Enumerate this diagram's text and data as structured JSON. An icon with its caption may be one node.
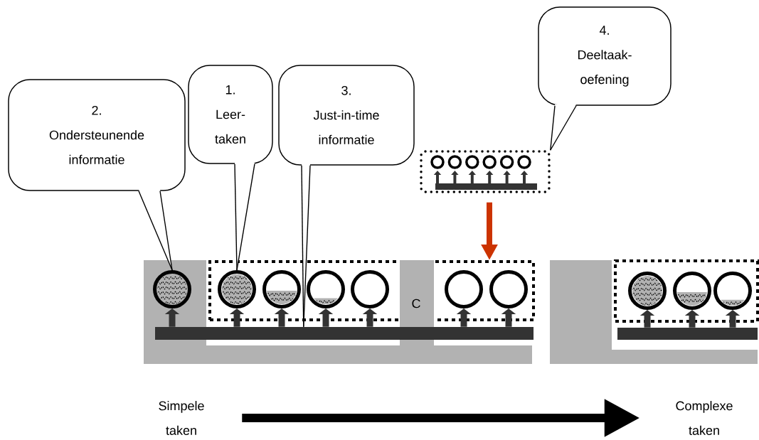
{
  "diagram": {
    "nodes": [
      {
        "text": [
          "2.",
          "Ondersteunende informatie"
        ]
      },
      {
        "text": [
          "1.",
          "Leer-taken"
        ]
      },
      {
        "text": [
          "3.",
          "Just-in-time informatie"
        ]
      },
      {
        "text": [
          "4.",
          "Deeltaak-oefening"
        ]
      },
      {
        "text": [],
        "shape": "box"
      },
      {
        "text": [],
        "shape": "circle"
      },
      {
        "text": [],
        "shape": "box"
      },
      {
        "text": [],
        "shape": "circle",
        "in": 6
      },
      {
        "text": [],
        "shape": "circle",
        "in": 6
      },
      {
        "text": [],
        "shape": "circle",
        "in": 6
      },
      {
        "text": [],
        "shape": "circle",
        "in": 6
      },
      {
        "text": [],
        "shape": "circle",
        "in": 6
      },
      {
        "text": [],
        "shape": "circle",
        "in": 6
      },
      {
        "text": [],
        "shape": "bar"
      },
      {
        "text": [],
        "shape": "box"
      },
      {
        "text": [],
        "shape": "circle",
        "in": 14
      },
      {
        "text": [],
        "shape": "circle",
        "in": 14
      },
      {
        "text": [],
        "shape": "circle",
        "in": 14
      },
      {
        "text": [],
        "shape": "bar"
      },
      {
        "text": [
          "Simpele taken"
        ]
      },
      {
        "text": [
          "Complexe taken"
        ]
      }
    ],
    "edges": [
      {
        "from": 0,
        "to": 5,
        "arrow": "none",
        "color": "#000000"
      },
      {
        "from": 1,
        "to": 7,
        "arrow": "none",
        "color": "#000000"
      },
      {
        "from": 2,
        "to": 13,
        "arrow": "none",
        "color": "#000000"
      },
      {
        "from": 3,
        "to": 4,
        "arrow": "none",
        "color": "#000000"
      },
      {
        "from": 4,
        "to": 6,
        "arrow": "to",
        "color": "#cc3300"
      },
      {
        "from": 19,
        "to": 20,
        "arrow": "to",
        "color": "#000000"
      },
      {
        "from": 13,
        "to": 5,
        "arrow": "to"
      },
      {
        "from": 13,
        "to": 7,
        "arrow": "to"
      },
      {
        "from": 13,
        "to": 8,
        "arrow": "to"
      },
      {
        "from": 13,
        "to": 9,
        "arrow": "to"
      },
      {
        "from": 13,
        "to": 10,
        "arrow": "to"
      },
      {
        "from": 13,
        "to": 11,
        "arrow": "to"
      },
      {
        "from": 13,
        "to": 12,
        "arrow": "to"
      },
      {
        "from": 18,
        "to": 15,
        "arrow": "to"
      },
      {
        "from": 18,
        "to": 16,
        "arrow": "to"
      },
      {
        "from": 18,
        "to": 17,
        "arrow": "to"
      }
    ],
    "labels": [
      "C"
    ]
  }
}
